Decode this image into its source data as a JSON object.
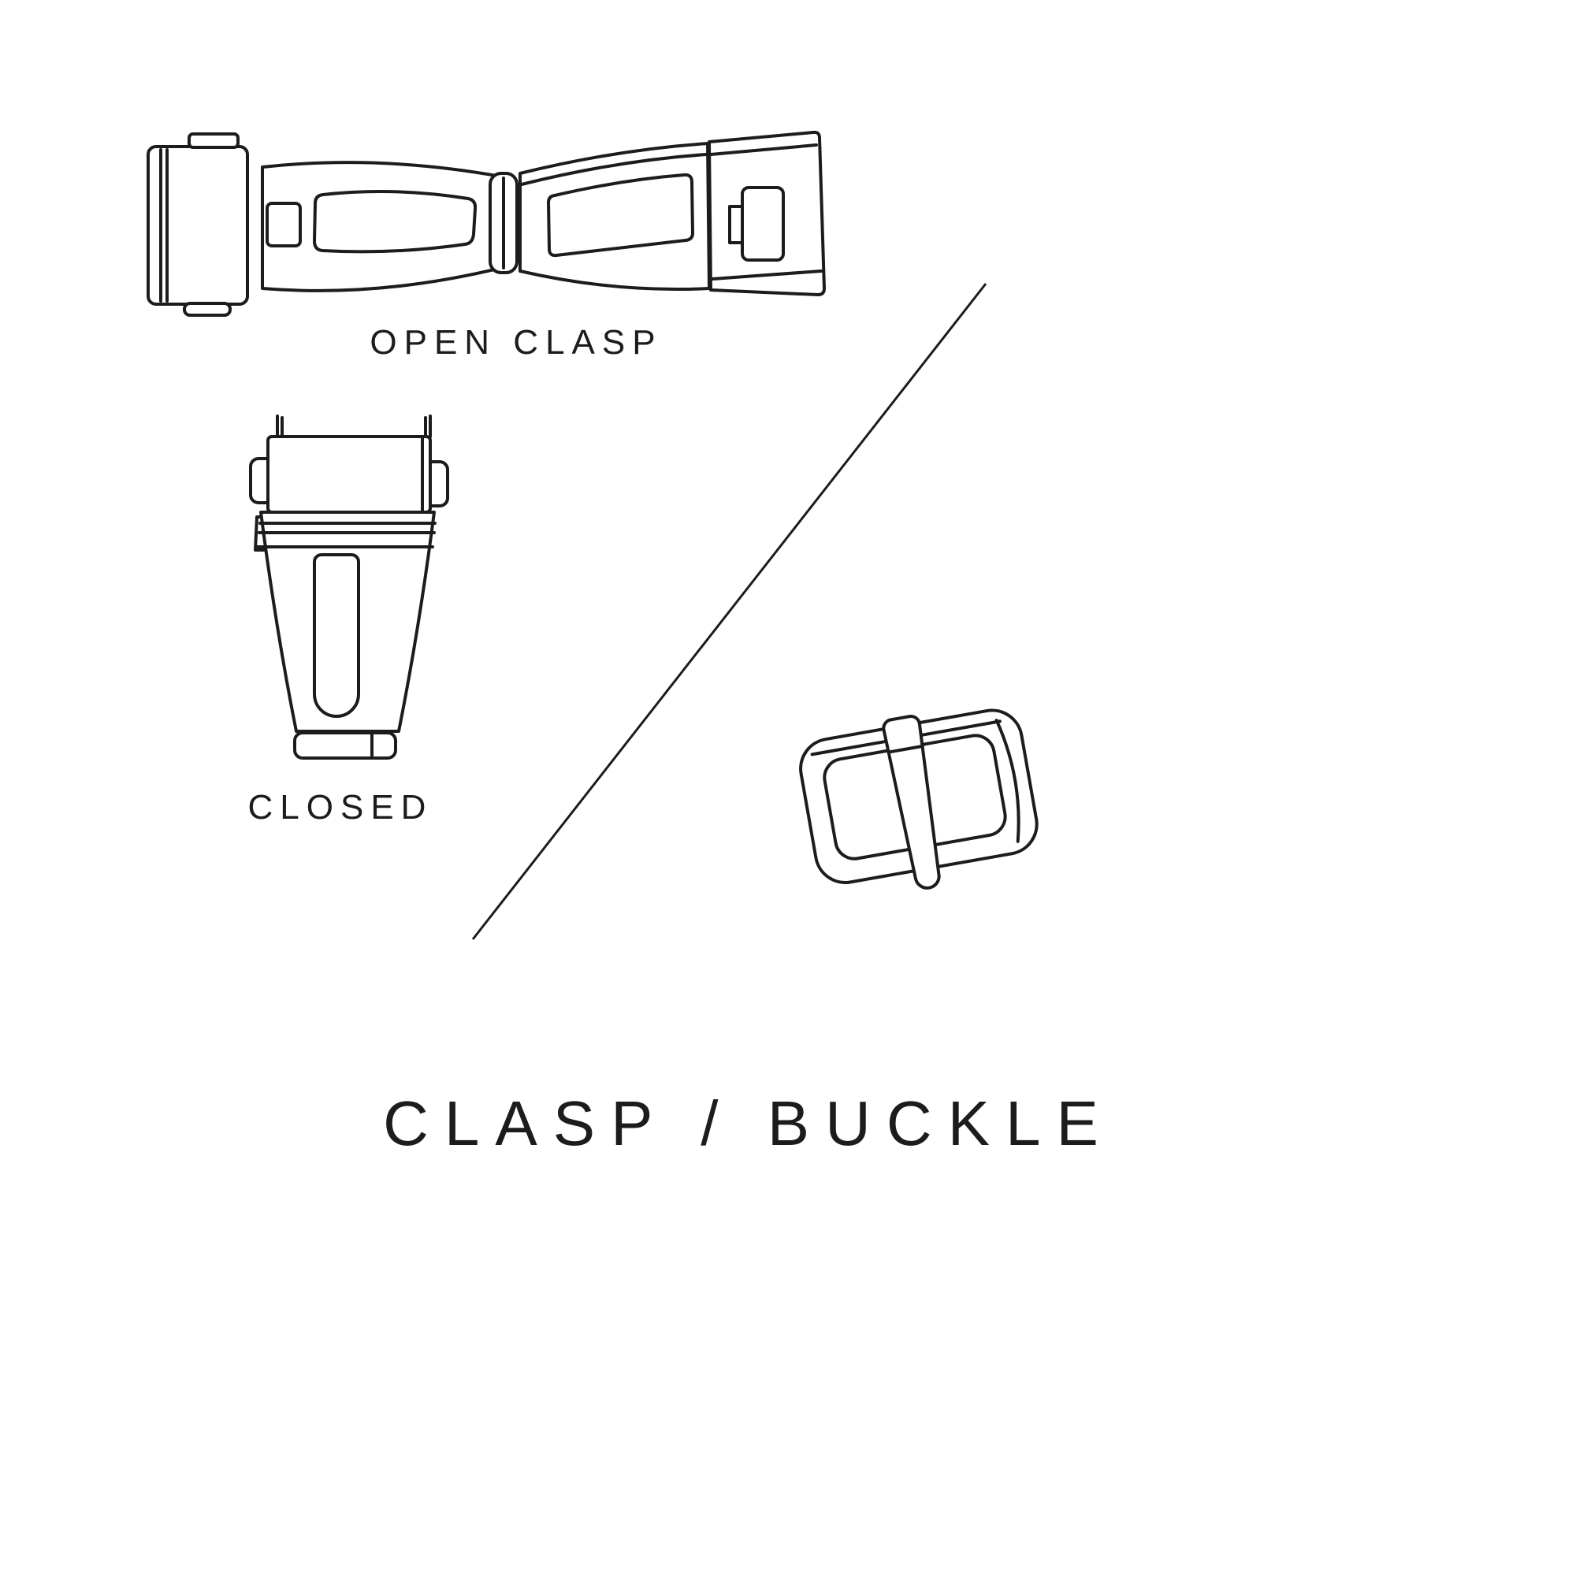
{
  "diagram": {
    "background_color": "#ffffff",
    "line_color": "#1c1c1c",
    "labels": {
      "open_clasp": "OPEN CLASP",
      "closed": "CLOSED"
    },
    "title": "CLASP / BUCKLE",
    "illustrations": [
      "open-clasp-illustration",
      "closed-clasp-illustration",
      "tang-buckle-illustration"
    ]
  }
}
